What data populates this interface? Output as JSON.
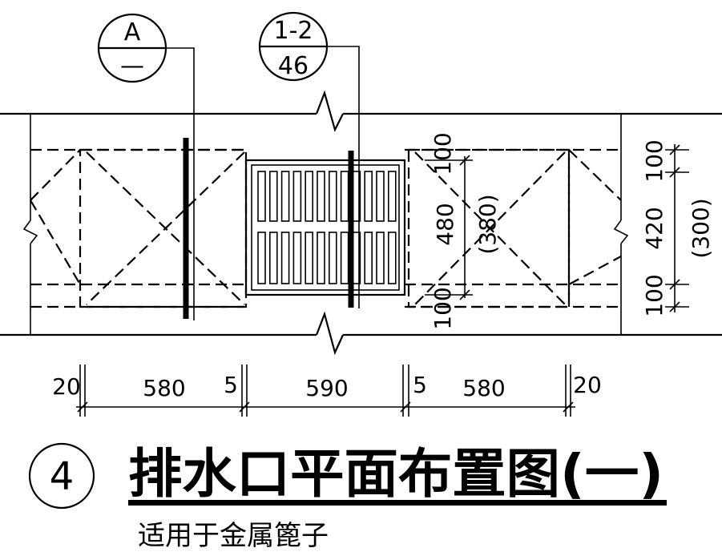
{
  "callouts": [
    {
      "top": "A",
      "bottom": "—"
    },
    {
      "top": "1-2",
      "bottom": "46"
    }
  ],
  "dimensions_bottom": [
    "20",
    "580",
    "5",
    "590",
    "5",
    "580",
    "20"
  ],
  "dimensions_right": [
    "100",
    "420",
    "100",
    "(300)"
  ],
  "dimensions_inner": [
    "100",
    "480",
    "(380)",
    "100"
  ],
  "title": {
    "number": "4",
    "text": "排水口平面布置图(一)",
    "subtitle": "适用于金属篦子"
  }
}
